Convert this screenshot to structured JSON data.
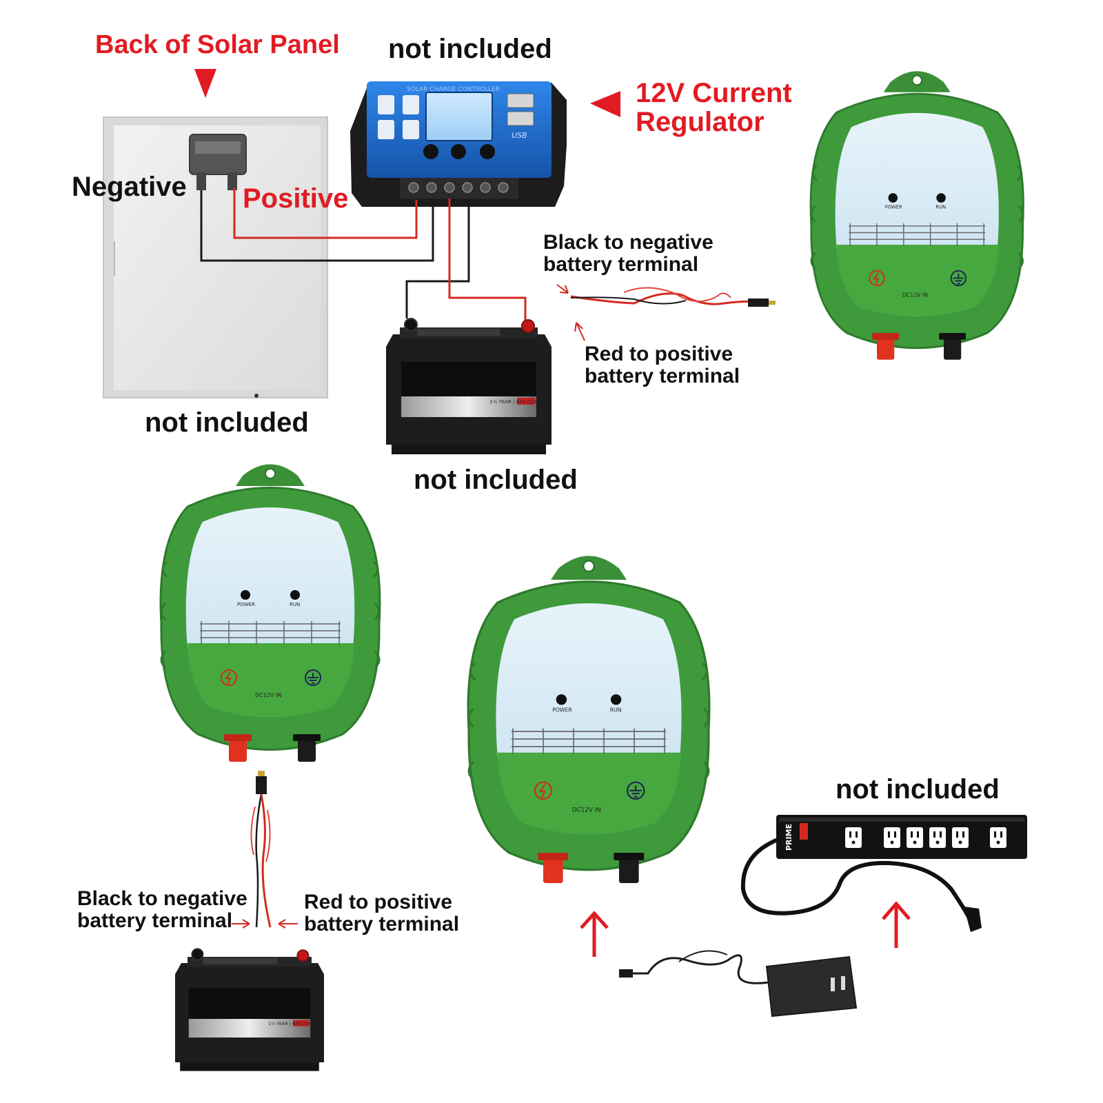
{
  "labels": {
    "back_of_panel": "Back of Solar Panel",
    "not_included_controller": "not included",
    "regulator": "12V Current\nRegulator",
    "negative": "Negative",
    "positive": "Positive",
    "black_neg_top": "Black to negative\nbattery terminal",
    "red_pos_top": "Red to positive\nbattery terminal",
    "not_included_panel": "not included",
    "not_included_battery": "not included",
    "black_neg_bottom": "Black to negative\nbattery terminal",
    "red_pos_bottom": "Red to positive\nbattery terminal",
    "not_included_strip": "not included"
  },
  "controller": {
    "header_text": "SOLAR CHARGE CONTROLLER",
    "usb_text": "USB"
  },
  "energizer": {
    "power_label": "POWER",
    "run_label": "RUN",
    "input_label": "DC12V IN"
  },
  "battery": {
    "label_text": "1½ YEAR | 470 CCA"
  },
  "power_strip": {
    "brand": "PRIME"
  },
  "colors": {
    "label_red": "#e21b22",
    "label_black": "#111111",
    "energizer_green": "#3f9a3c",
    "screen_blue": "#cfe6f3",
    "grass_green": "#46a83e",
    "controller_blue": "#1f6fd6",
    "wire_red": "#d42a20",
    "wire_black": "#1a1a1a"
  },
  "icons": [
    "arrow-down-icon",
    "arrow-left-icon",
    "arrow-up-icon",
    "arrow-right-icon",
    "lightning-icon",
    "ground-icon"
  ]
}
